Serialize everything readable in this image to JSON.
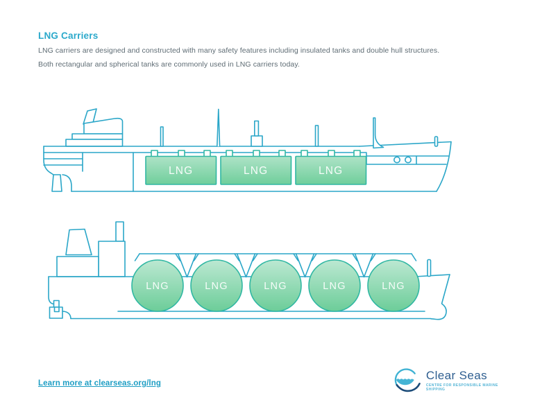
{
  "page": {
    "title": "LNG Carriers",
    "description_line1": "LNG carriers are designed and constructed with many safety features including insulated tanks and double hull structures.",
    "description_line2": "Both rectangular and spherical tanks are commonly used in LNG carriers today.",
    "link_text": "Learn more at clearseas.org/lng"
  },
  "diagram": {
    "top_ship": {
      "type": "LNG carrier with rectangular tanks (side profile outline drawing)",
      "tank_labels": [
        "LNG",
        "LNG",
        "LNG"
      ]
    },
    "bottom_ship": {
      "type": "LNG carrier with spherical tanks (side profile outline drawing)",
      "tank_labels": [
        "LNG",
        "LNG",
        "LNG",
        "LNG",
        "LNG"
      ]
    }
  },
  "logo": {
    "name": "Clear Seas",
    "tagline": "CENTRE FOR RESPONSIBLE MARINE SHIPPING",
    "mark_icon": "wave-in-circle-logo"
  },
  "colors": {
    "ship_outline": "#2AA6C8",
    "accent_heading": "#2BA9CB",
    "link": "#1E9EC4",
    "body_text": "#5D6B73",
    "tank_border": "#30B7A3",
    "tank_fill_top": "#AEE3C7",
    "tank_fill_bottom": "#6FCE9B",
    "logo_light_blue": "#3FB2D3",
    "logo_navy": "#1C4C79",
    "logo_text": "#2E5E90"
  }
}
